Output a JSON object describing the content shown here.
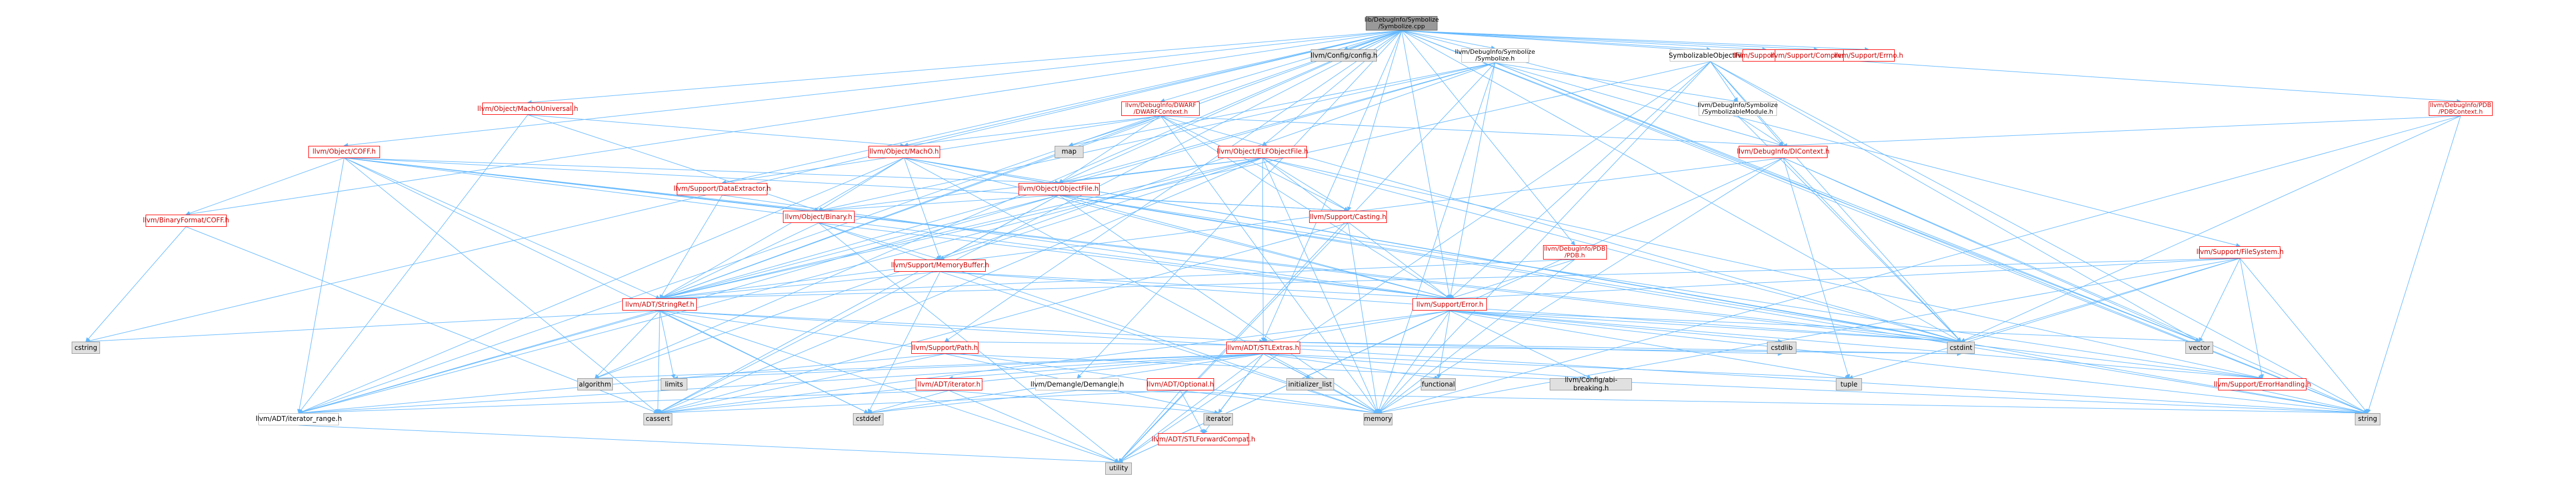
{
  "colors": {
    "edge": "#63b8ff",
    "red_border": "#ff0000",
    "gray_fill": "#e0e0e0",
    "root_fill": "#999999"
  },
  "nodes": [
    {
      "id": "root",
      "label": "lib/DebugInfo/Symbolize\n/Symbolize.cpp",
      "kind": "root"
    },
    {
      "id": "config",
      "label": "llvm/Config/config.h",
      "kind": "gray"
    },
    {
      "id": "symbolize_h",
      "label": "llvm/DebugInfo/Symbolize\n/Symbolize.h",
      "kind": "plain"
    },
    {
      "id": "symfile",
      "label": "SymbolizableObjectFile.h",
      "kind": "plain"
    },
    {
      "id": "crc",
      "label": "llvm/Support/CRC.h",
      "kind": "red"
    },
    {
      "id": "compression",
      "label": "llvm/Support/Compression.h",
      "kind": "red"
    },
    {
      "id": "errno",
      "label": "llvm/Support/Errno.h",
      "kind": "red"
    },
    {
      "id": "macho_univ",
      "label": "llvm/Object/MachOUniversal.h",
      "kind": "red"
    },
    {
      "id": "dwarfctx",
      "label": "llvm/DebugInfo/DWARF\n/DWARFContext.h",
      "kind": "red"
    },
    {
      "id": "symmodule",
      "label": "llvm/DebugInfo/Symbolize\n/SymbolizableModule.h",
      "kind": "plain"
    },
    {
      "id": "pdbctx",
      "label": "llvm/DebugInfo/PDB\n/PDBContext.h",
      "kind": "red"
    },
    {
      "id": "coff",
      "label": "llvm/Object/COFF.h",
      "kind": "red"
    },
    {
      "id": "macho",
      "label": "llvm/Object/MachO.h",
      "kind": "red"
    },
    {
      "id": "map",
      "label": "map",
      "kind": "gray"
    },
    {
      "id": "elfobj",
      "label": "llvm/Object/ELFObjectFile.h",
      "kind": "red"
    },
    {
      "id": "dicontext",
      "label": "llvm/DebugInfo/DIContext.h",
      "kind": "red"
    },
    {
      "id": "dataextr",
      "label": "llvm/Support/DataExtractor.h",
      "kind": "red"
    },
    {
      "id": "objfile",
      "label": "llvm/Object/ObjectFile.h",
      "kind": "red"
    },
    {
      "id": "bincoff",
      "label": "llvm/BinaryFormat/COFF.h",
      "kind": "red"
    },
    {
      "id": "binary",
      "label": "llvm/Object/Binary.h",
      "kind": "red"
    },
    {
      "id": "casting",
      "label": "llvm/Support/Casting.h",
      "kind": "red"
    },
    {
      "id": "pdb",
      "label": "llvm/DebugInfo/PDB\n/PDB.h",
      "kind": "red"
    },
    {
      "id": "filesystem",
      "label": "llvm/Support/FileSystem.h",
      "kind": "red"
    },
    {
      "id": "membuf",
      "label": "llvm/Support/MemoryBuffer.h",
      "kind": "red"
    },
    {
      "id": "stringref",
      "label": "llvm/ADT/StringRef.h",
      "kind": "red"
    },
    {
      "id": "error",
      "label": "llvm/Support/Error.h",
      "kind": "red"
    },
    {
      "id": "cstring",
      "label": "cstring",
      "kind": "gray"
    },
    {
      "id": "path",
      "label": "llvm/Support/Path.h",
      "kind": "red"
    },
    {
      "id": "stlextras",
      "label": "llvm/ADT/STLExtras.h",
      "kind": "red"
    },
    {
      "id": "limits",
      "label": "limits",
      "kind": "gray"
    },
    {
      "id": "adtiter",
      "label": "llvm/ADT/iterator.h",
      "kind": "red"
    },
    {
      "id": "demangle",
      "label": "llvm/Demangle/Demangle.h",
      "kind": "plain"
    },
    {
      "id": "optional",
      "label": "llvm/ADT/Optional.h",
      "kind": "red"
    },
    {
      "id": "algorithm",
      "label": "algorithm",
      "kind": "gray"
    },
    {
      "id": "initlist",
      "label": "initializer_list",
      "kind": "gray"
    },
    {
      "id": "functional",
      "label": "functional",
      "kind": "gray"
    },
    {
      "id": "abibreak",
      "label": "llvm/Config/abi-breaking.h",
      "kind": "gray"
    },
    {
      "id": "cstdlib",
      "label": "cstdlib",
      "kind": "gray"
    },
    {
      "id": "tuple",
      "label": "tuple",
      "kind": "gray"
    },
    {
      "id": "cstdint",
      "label": "cstdint",
      "kind": "gray"
    },
    {
      "id": "errhandling",
      "label": "llvm/Support/ErrorHandling.h",
      "kind": "red"
    },
    {
      "id": "vector",
      "label": "vector",
      "kind": "gray"
    },
    {
      "id": "iterrange",
      "label": "llvm/ADT/iterator_range.h",
      "kind": "plain"
    },
    {
      "id": "cassert",
      "label": "cassert",
      "kind": "gray"
    },
    {
      "id": "cstddef",
      "label": "cstddef",
      "kind": "gray"
    },
    {
      "id": "iterator",
      "label": "iterator",
      "kind": "gray"
    },
    {
      "id": "stlfwd",
      "label": "llvm/ADT/STLForwardCompat.h",
      "kind": "red"
    },
    {
      "id": "memory",
      "label": "memory",
      "kind": "gray"
    },
    {
      "id": "string",
      "label": "string",
      "kind": "gray"
    },
    {
      "id": "utility",
      "label": "utility",
      "kind": "gray"
    }
  ],
  "edges": [
    [
      "root",
      "config"
    ],
    [
      "root",
      "symbolize_h"
    ],
    [
      "root",
      "symfile"
    ],
    [
      "root",
      "crc"
    ],
    [
      "root",
      "compression"
    ],
    [
      "root",
      "errno"
    ],
    [
      "root",
      "macho_univ"
    ],
    [
      "root",
      "dwarfctx"
    ],
    [
      "root",
      "pdbctx"
    ],
    [
      "root",
      "coff"
    ],
    [
      "root",
      "elfobj"
    ],
    [
      "root",
      "macho"
    ],
    [
      "root",
      "objfile"
    ],
    [
      "root",
      "bincoff"
    ],
    [
      "root",
      "pdb"
    ],
    [
      "root",
      "filesystem"
    ],
    [
      "root",
      "casting"
    ],
    [
      "root",
      "dataextr"
    ],
    [
      "root",
      "error"
    ],
    [
      "root",
      "stringref"
    ],
    [
      "root",
      "path"
    ],
    [
      "root",
      "stlextras"
    ],
    [
      "root",
      "demangle"
    ],
    [
      "root",
      "cstring"
    ],
    [
      "root",
      "algorithm"
    ],
    [
      "root",
      "cassert"
    ],
    [
      "root",
      "iterrange"
    ],
    [
      "root",
      "string"
    ],
    [
      "root",
      "vector"
    ],
    [
      "root",
      "cstdint"
    ],
    [
      "symbolize_h",
      "symmodule"
    ],
    [
      "symbolize_h",
      "dicontext"
    ],
    [
      "symbolize_h",
      "objfile"
    ],
    [
      "symbolize_h",
      "binary"
    ],
    [
      "symbolize_h",
      "error"
    ],
    [
      "symbolize_h",
      "stringref"
    ],
    [
      "symbolize_h",
      "map"
    ],
    [
      "symbolize_h",
      "memory"
    ],
    [
      "symbolize_h",
      "string"
    ],
    [
      "symbolize_h",
      "utility"
    ],
    [
      "symbolize_h",
      "vector"
    ],
    [
      "symbolize_h",
      "algorithm"
    ],
    [
      "symfile",
      "symmodule"
    ],
    [
      "symfile",
      "dicontext"
    ],
    [
      "symfile",
      "error"
    ],
    [
      "symfile",
      "stringref"
    ],
    [
      "symfile",
      "cstdint"
    ],
    [
      "symfile",
      "memory"
    ],
    [
      "symfile",
      "string"
    ],
    [
      "symfile",
      "utility"
    ],
    [
      "symfile",
      "vector"
    ],
    [
      "macho_univ",
      "macho"
    ],
    [
      "macho_univ",
      "binary"
    ],
    [
      "macho_univ",
      "iterrange"
    ],
    [
      "dwarfctx",
      "dicontext"
    ],
    [
      "dwarfctx",
      "objfile"
    ],
    [
      "dwarfctx",
      "stringref"
    ],
    [
      "dwarfctx",
      "error"
    ],
    [
      "dwarfctx",
      "map"
    ],
    [
      "dwarfctx",
      "casting"
    ],
    [
      "dwarfctx",
      "dataextr"
    ],
    [
      "dwarfctx",
      "memory"
    ],
    [
      "dwarfctx",
      "cstdint"
    ],
    [
      "dwarfctx",
      "macho"
    ],
    [
      "symmodule",
      "dicontext"
    ],
    [
      "symmodule",
      "cstdint"
    ],
    [
      "pdbctx",
      "dicontext"
    ],
    [
      "pdbctx",
      "cstdint"
    ],
    [
      "pdbctx",
      "memory"
    ],
    [
      "pdbctx",
      "string"
    ],
    [
      "coff",
      "bincoff"
    ],
    [
      "coff",
      "objfile"
    ],
    [
      "coff",
      "binary"
    ],
    [
      "coff",
      "error"
    ],
    [
      "coff",
      "iterrange"
    ],
    [
      "coff",
      "cassert"
    ],
    [
      "coff",
      "cstddef"
    ],
    [
      "coff",
      "cstdint"
    ],
    [
      "coff",
      "errhandling"
    ],
    [
      "coff",
      "stringref"
    ],
    [
      "coff",
      "casting"
    ],
    [
      "macho",
      "objfile"
    ],
    [
      "macho",
      "binary"
    ],
    [
      "macho",
      "stringref"
    ],
    [
      "macho",
      "error"
    ],
    [
      "macho",
      "membuf"
    ],
    [
      "macho",
      "iterrange"
    ],
    [
      "macho",
      "cstdint"
    ],
    [
      "macho",
      "memory"
    ],
    [
      "macho",
      "string"
    ],
    [
      "elfobj",
      "objfile"
    ],
    [
      "elfobj",
      "binary"
    ],
    [
      "elfobj",
      "error"
    ],
    [
      "elfobj",
      "casting"
    ],
    [
      "elfobj",
      "stringref"
    ],
    [
      "elfobj",
      "stlextras"
    ],
    [
      "elfobj",
      "errhandling"
    ],
    [
      "elfobj",
      "membuf"
    ],
    [
      "elfobj",
      "iterrange"
    ],
    [
      "elfobj",
      "cassert"
    ],
    [
      "elfobj",
      "cstdint"
    ],
    [
      "elfobj",
      "memory"
    ],
    [
      "dicontext",
      "stringref"
    ],
    [
      "dicontext",
      "tuple"
    ],
    [
      "dicontext",
      "cstdint"
    ],
    [
      "dicontext",
      "memory"
    ],
    [
      "dicontext",
      "string"
    ],
    [
      "dicontext",
      "utility"
    ],
    [
      "dicontext",
      "vector"
    ],
    [
      "dataextr",
      "stringref"
    ],
    [
      "dataextr",
      "error"
    ],
    [
      "objfile",
      "binary"
    ],
    [
      "objfile",
      "error"
    ],
    [
      "objfile",
      "stringref"
    ],
    [
      "objfile",
      "casting"
    ],
    [
      "objfile",
      "membuf"
    ],
    [
      "objfile",
      "iterrange"
    ],
    [
      "objfile",
      "errhandling"
    ],
    [
      "objfile",
      "cassert"
    ],
    [
      "objfile",
      "cstdint"
    ],
    [
      "objfile",
      "memory"
    ],
    [
      "objfile",
      "string"
    ],
    [
      "bincoff",
      "cassert"
    ],
    [
      "bincoff",
      "cstring"
    ],
    [
      "binary",
      "error"
    ],
    [
      "binary",
      "membuf"
    ],
    [
      "binary",
      "stringref"
    ],
    [
      "binary",
      "memory"
    ],
    [
      "binary",
      "utility"
    ],
    [
      "casting",
      "memory"
    ],
    [
      "casting",
      "cassert"
    ],
    [
      "casting",
      "utility"
    ],
    [
      "pdb",
      "error"
    ],
    [
      "pdb",
      "stringref"
    ],
    [
      "pdb",
      "memory"
    ],
    [
      "filesystem",
      "error"
    ],
    [
      "filesystem",
      "errhandling"
    ],
    [
      "filesystem",
      "stringref"
    ],
    [
      "filesystem",
      "cstdint"
    ],
    [
      "filesystem",
      "memory"
    ],
    [
      "filesystem",
      "string"
    ],
    [
      "filesystem",
      "tuple"
    ],
    [
      "filesystem",
      "vector"
    ],
    [
      "membuf",
      "stringref"
    ],
    [
      "membuf",
      "error"
    ],
    [
      "membuf",
      "cstddef"
    ],
    [
      "membuf",
      "cstdint"
    ],
    [
      "membuf",
      "memory"
    ],
    [
      "stringref",
      "stlextras"
    ],
    [
      "stringref",
      "iterrange"
    ],
    [
      "stringref",
      "algorithm"
    ],
    [
      "stringref",
      "cassert"
    ],
    [
      "stringref",
      "cstddef"
    ],
    [
      "stringref",
      "cstring"
    ],
    [
      "stringref",
      "limits"
    ],
    [
      "stringref",
      "string"
    ],
    [
      "stringref",
      "utility"
    ],
    [
      "stringref",
      "memory"
    ],
    [
      "error",
      "stlextras"
    ],
    [
      "error",
      "abibreak"
    ],
    [
      "error",
      "errhandling"
    ],
    [
      "error",
      "cassert"
    ],
    [
      "error",
      "cstdint"
    ],
    [
      "error",
      "cstdlib"
    ],
    [
      "error",
      "functional"
    ],
    [
      "error",
      "memory"
    ],
    [
      "error",
      "string"
    ],
    [
      "error",
      "utility"
    ],
    [
      "error",
      "vector"
    ],
    [
      "error",
      "tuple"
    ],
    [
      "path",
      "iterator"
    ],
    [
      "path",
      "cstdint"
    ],
    [
      "path",
      "iterrange"
    ],
    [
      "path",
      "cassert"
    ],
    [
      "path",
      "string"
    ],
    [
      "stlextras",
      "adtiter"
    ],
    [
      "stlextras",
      "iterrange"
    ],
    [
      "stlextras",
      "stlfwd"
    ],
    [
      "stlextras",
      "algorithm"
    ],
    [
      "stlextras",
      "cassert"
    ],
    [
      "stlextras",
      "cstddef"
    ],
    [
      "stlextras",
      "cstdint"
    ],
    [
      "stlextras",
      "cstdlib"
    ],
    [
      "stlextras",
      "functional"
    ],
    [
      "stlextras",
      "initlist"
    ],
    [
      "stlextras",
      "iterator"
    ],
    [
      "stlextras",
      "limits"
    ],
    [
      "stlextras",
      "memory"
    ],
    [
      "stlextras",
      "tuple"
    ],
    [
      "stlextras",
      "utility"
    ],
    [
      "stlextras",
      "abibreak"
    ],
    [
      "adtiter",
      "iterrange"
    ],
    [
      "adtiter",
      "cstddef"
    ],
    [
      "adtiter",
      "iterator"
    ],
    [
      "adtiter",
      "utility"
    ],
    [
      "demangle",
      "cstddef"
    ],
    [
      "demangle",
      "string"
    ],
    [
      "optional",
      "stlfwd"
    ],
    [
      "optional",
      "cassert"
    ],
    [
      "optional",
      "memory"
    ],
    [
      "optional",
      "utility"
    ],
    [
      "errhandling",
      "string"
    ],
    [
      "iterrange",
      "utility"
    ]
  ]
}
